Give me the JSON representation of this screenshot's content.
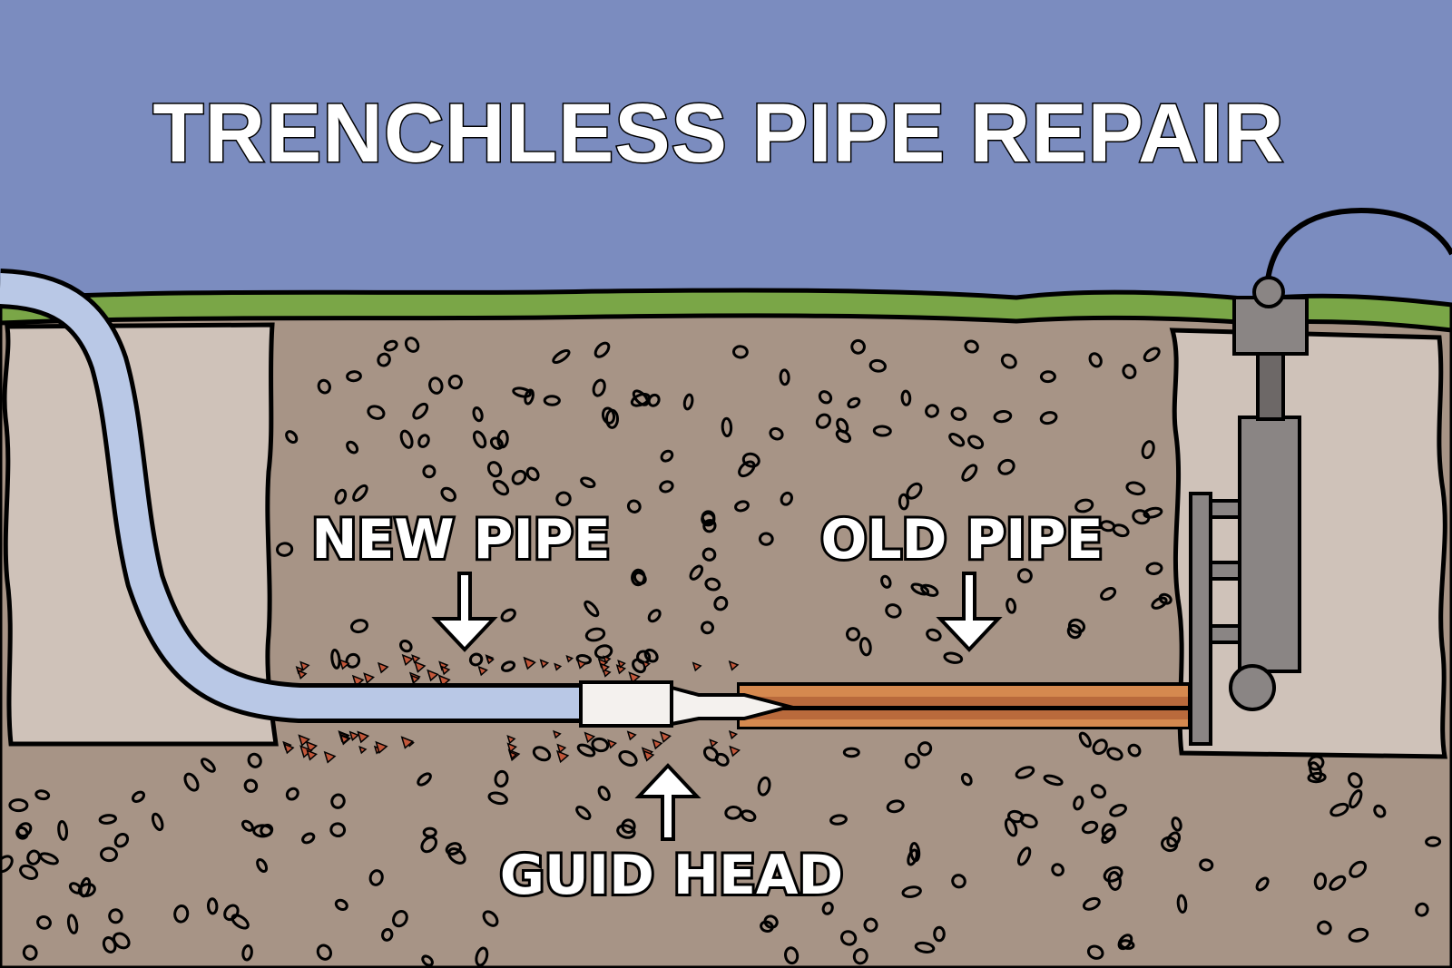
{
  "title": "TRENCHLESS PIPE REPAIR",
  "labels": {
    "new_pipe": "NEW PIPE",
    "old_pipe": "OLD PIPE",
    "guide_head": "GUID HEAD"
  },
  "colors": {
    "sky": "#7b8cbf",
    "grass": "#7aa647",
    "soil": "#a79486",
    "pit": "#cfc2b9",
    "new_pipe": "#b9c8e6",
    "old_pipe": "#b96a3c",
    "old_pipe_light": "#d5894f",
    "debris": "#c2573a",
    "machine": "#8a8584",
    "machine_dark": "#6d6867",
    "head": "#f4f1ee",
    "outline": "#000000",
    "text_fill": "#ffffff"
  }
}
